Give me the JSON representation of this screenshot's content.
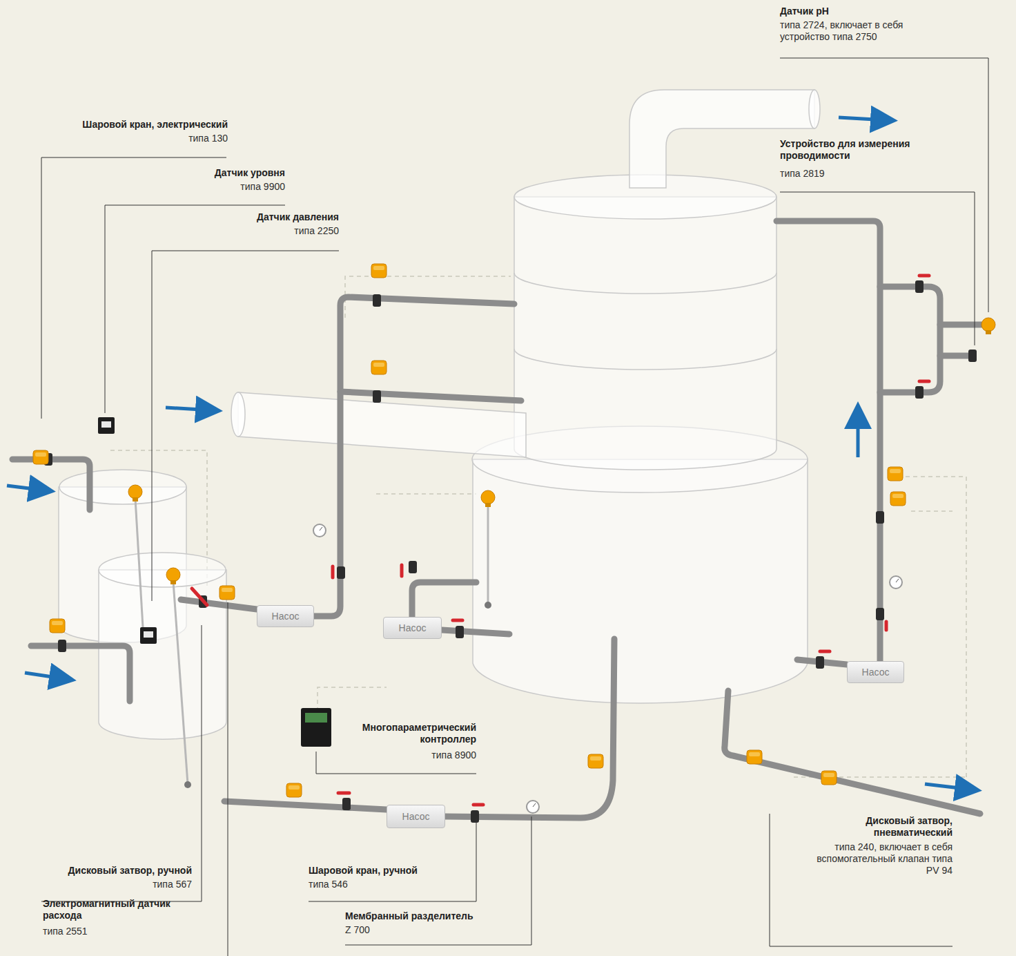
{
  "diagram": {
    "nodes": [
      {
        "text": [
          "Насос"
        ]
      },
      {
        "text": [
          "Насос"
        ]
      },
      {
        "text": [
          "Насос"
        ]
      },
      {
        "text": [
          "Насос"
        ]
      }
    ],
    "labels": [
      "Датчик pH",
      "типа 2724, включает в себя устройство типа 2750",
      "Шаровой кран, электрический",
      "типа 130",
      "Устройство для измерения проводимости",
      "типа 2819",
      "Датчик уровня",
      "типа 9900",
      "Датчик давления",
      "типа 2250",
      "Многопараметрический контроллер",
      "типа 8900",
      "Дисковый затвор, ручной",
      "типа 567",
      "Шаровой кран, ручной",
      "типа 546",
      "Дисковый затвор, пневматический",
      "типа 240, включает в себя вспомогательный клапан типа PV 94",
      "Электромагнитный датчик расхода",
      "типа 2551",
      "Мембранный разделитель",
      "Z 700"
    ]
  }
}
